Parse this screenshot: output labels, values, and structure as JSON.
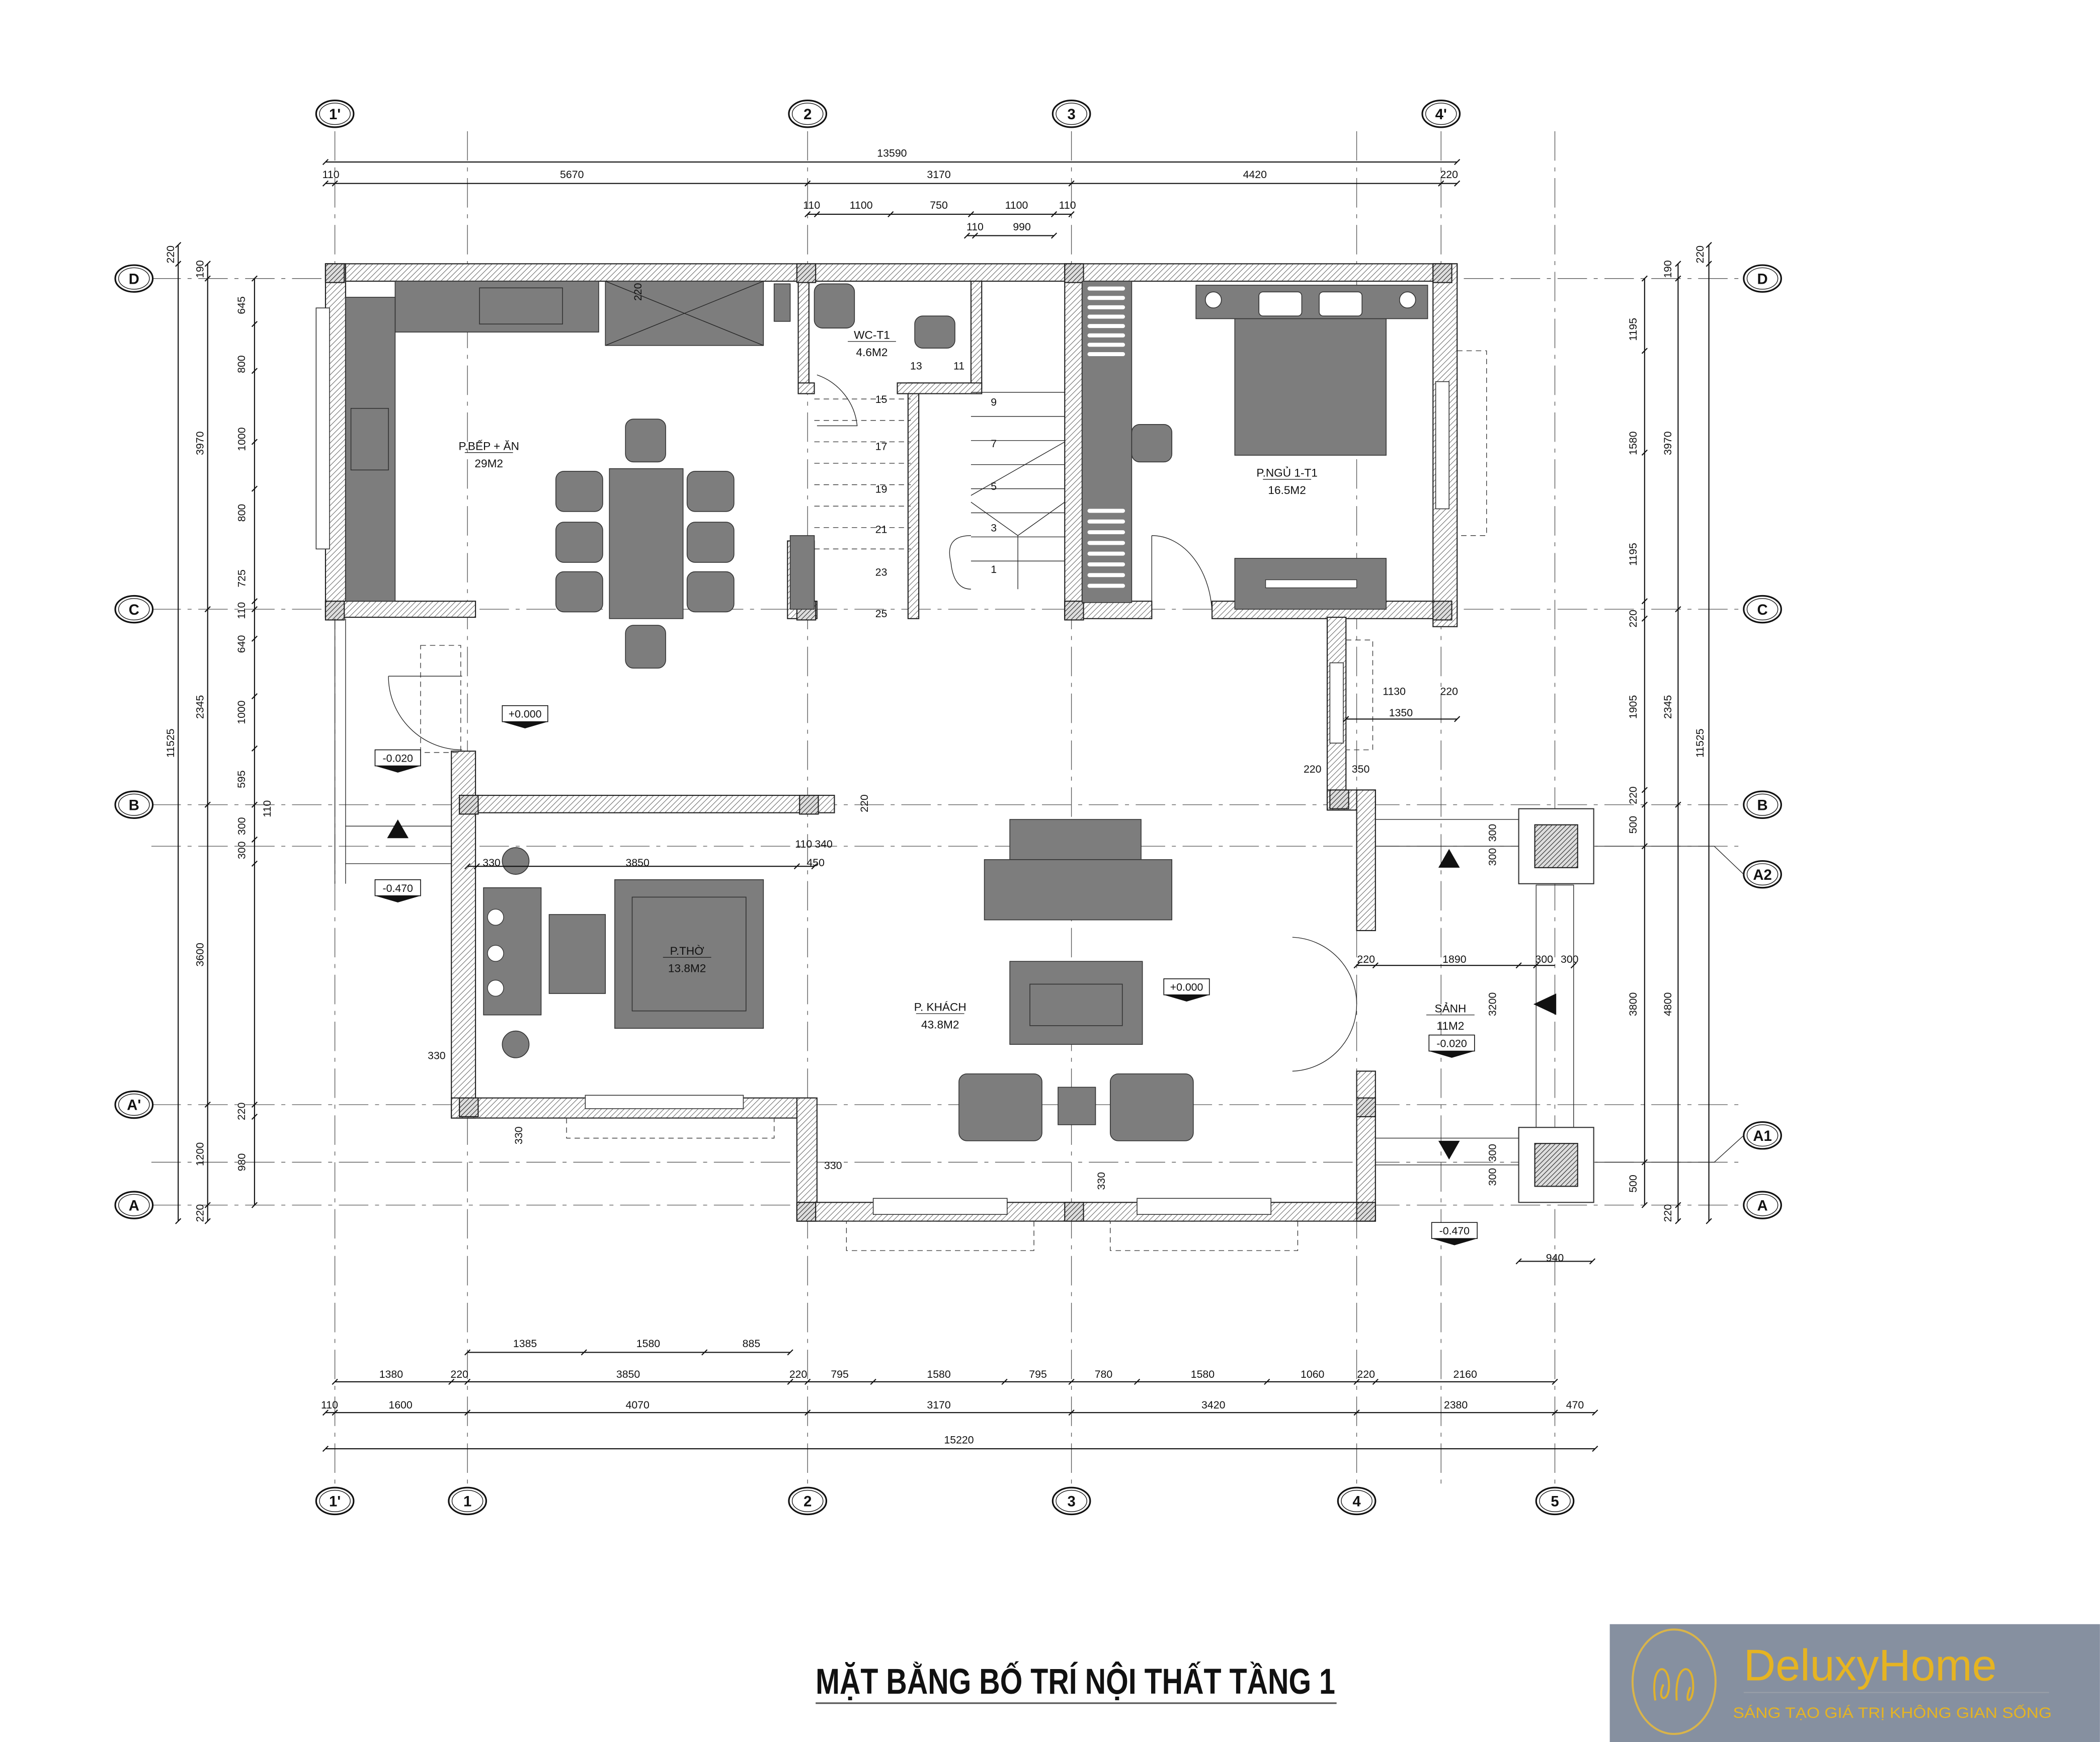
{
  "title": "MẶT BẰNG BỐ TRÍ NỘI THẤT TẦNG 1",
  "logo": {
    "brand": "DeluxyHome",
    "tagline": "SÁNG TẠO GIÁ TRỊ KHÔNG GIAN SỐNG",
    "bg_color": "#8690a0",
    "text_color": "#e6b422"
  },
  "axes": {
    "top": [
      "1'",
      "2",
      "3",
      "4'"
    ],
    "bottom": [
      "1'",
      "1",
      "2",
      "3",
      "4",
      "5"
    ],
    "left": [
      "D",
      "C",
      "B",
      "A'",
      "A"
    ],
    "right": [
      "D",
      "C",
      "B",
      "A2",
      "A1",
      "A"
    ]
  },
  "rooms": [
    {
      "name": "P.BẾP + ĂN",
      "area": "29M2"
    },
    {
      "name": "WC-T1",
      "area": "4.6M2"
    },
    {
      "name": "P.NGỦ 1-T1",
      "area": "16.5M2"
    },
    {
      "name": "P.THỜ",
      "area": "13.8M2"
    },
    {
      "name": "P. KHÁCH",
      "area": "43.8M2"
    },
    {
      "name": "SẢNH",
      "area": "11M2"
    }
  ],
  "levels": [
    "+0.000",
    "-0.020",
    "-0.470",
    "+0.000",
    "-0.020",
    "-0.470"
  ],
  "stair_steps": [
    "13",
    "11",
    "15",
    "9",
    "17",
    "7",
    "19",
    "5",
    "21",
    "3",
    "23",
    "1",
    "25"
  ],
  "dimensions": {
    "top_overall": "13590",
    "top_row1": [
      "110",
      "5670",
      "3170",
      "4420",
      "220"
    ],
    "top_row2": [
      "110",
      "1100",
      "750",
      "1100",
      "110"
    ],
    "top_row3": [
      "110",
      "990"
    ],
    "left_outer": [
      "220",
      "11525"
    ],
    "left_mid": [
      "190",
      "3970",
      "2345",
      "3600",
      "1200",
      "220"
    ],
    "left_inner": [
      "645",
      "800",
      "1000",
      "800",
      "725",
      "110",
      "640",
      "1000",
      "595",
      "300",
      "300",
      "110",
      "220",
      "980"
    ],
    "right_inner": [
      "1195",
      "1580",
      "1195",
      "220",
      "1905",
      "220",
      "500",
      "3800",
      "500"
    ],
    "right_mid": [
      "190",
      "3970",
      "2345",
      "4800",
      "220"
    ],
    "right_outer": [
      "220",
      "11525"
    ],
    "bottom_row1": [
      "1385",
      "1580",
      "885"
    ],
    "bottom_row2": [
      "1380",
      "220",
      "3850",
      "220",
      "795",
      "1580",
      "795",
      "780",
      "1580",
      "1060",
      "220",
      "2160"
    ],
    "bottom_row3": [
      "110",
      "1600",
      "4070",
      "3170",
      "3420",
      "2380",
      "470"
    ],
    "bottom_overall": "15220",
    "interior": [
      "220",
      "220",
      "110",
      "340",
      "450",
      "330",
      "3850",
      "330",
      "330",
      "330",
      "330",
      "1130",
      "220",
      "1350",
      "220",
      "350",
      "220",
      "1890",
      "300",
      "300",
      "3200",
      "300",
      "300",
      "300",
      "300",
      "940"
    ]
  }
}
